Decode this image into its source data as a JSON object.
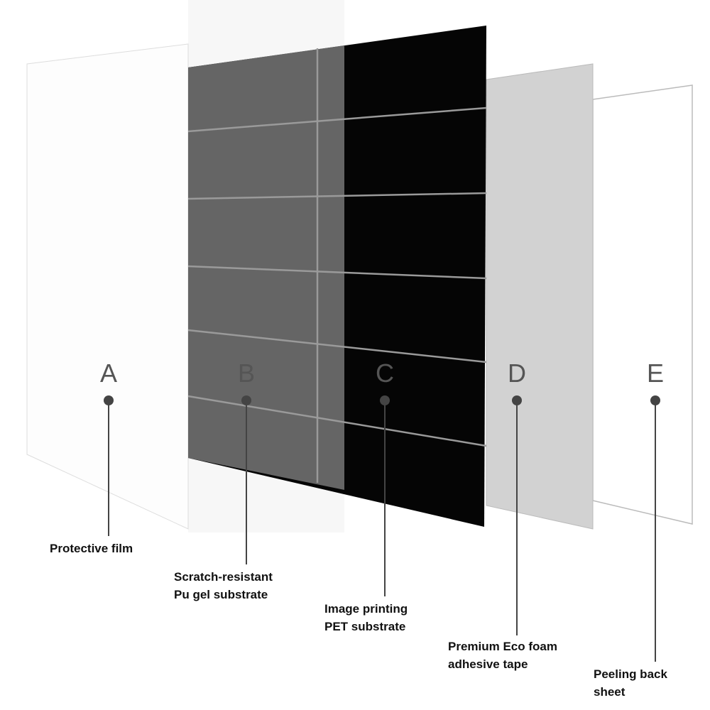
{
  "layers": [
    {
      "letter": "A",
      "line1": "Protective film",
      "line2": ""
    },
    {
      "letter": "B",
      "line1": "Scratch-resistant",
      "line2": "Pu gel substrate"
    },
    {
      "letter": "C",
      "line1": "Image printing",
      "line2": "PET substrate"
    },
    {
      "letter": "D",
      "line1": "Premium Eco foam",
      "line2": "adhesive tape"
    },
    {
      "letter": "E",
      "line1": "Peeling back",
      "line2": "sheet"
    }
  ],
  "colors": {
    "tile_black": "#050505",
    "tile_grey": "#666666",
    "foam": "#d2d2d2",
    "marker": "#444444"
  }
}
